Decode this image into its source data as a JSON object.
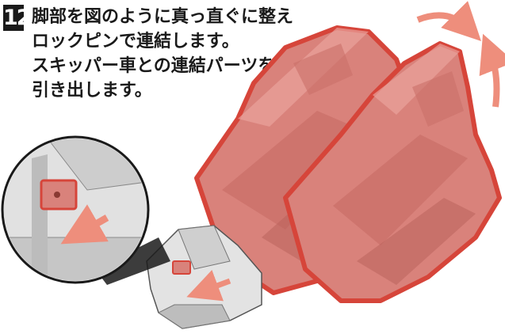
{
  "step": {
    "number": "12"
  },
  "instructions": {
    "lines": [
      "脚部を図のように真っ直ぐに整え",
      "ロックピンで連結します。",
      "スキッパー車との連結パーツを",
      "引き出します。"
    ]
  },
  "colors": {
    "part_red": "#d9827b",
    "part_red_dark": "#b8605a",
    "outline_red": "#d6453a",
    "arrow_salmon": "#ee8e7c",
    "gray_part": "#d7d7d7",
    "gray_dark": "#9a9a9a"
  },
  "icons": [
    "rotate-arrow-icon",
    "pull-arrow-icon"
  ]
}
